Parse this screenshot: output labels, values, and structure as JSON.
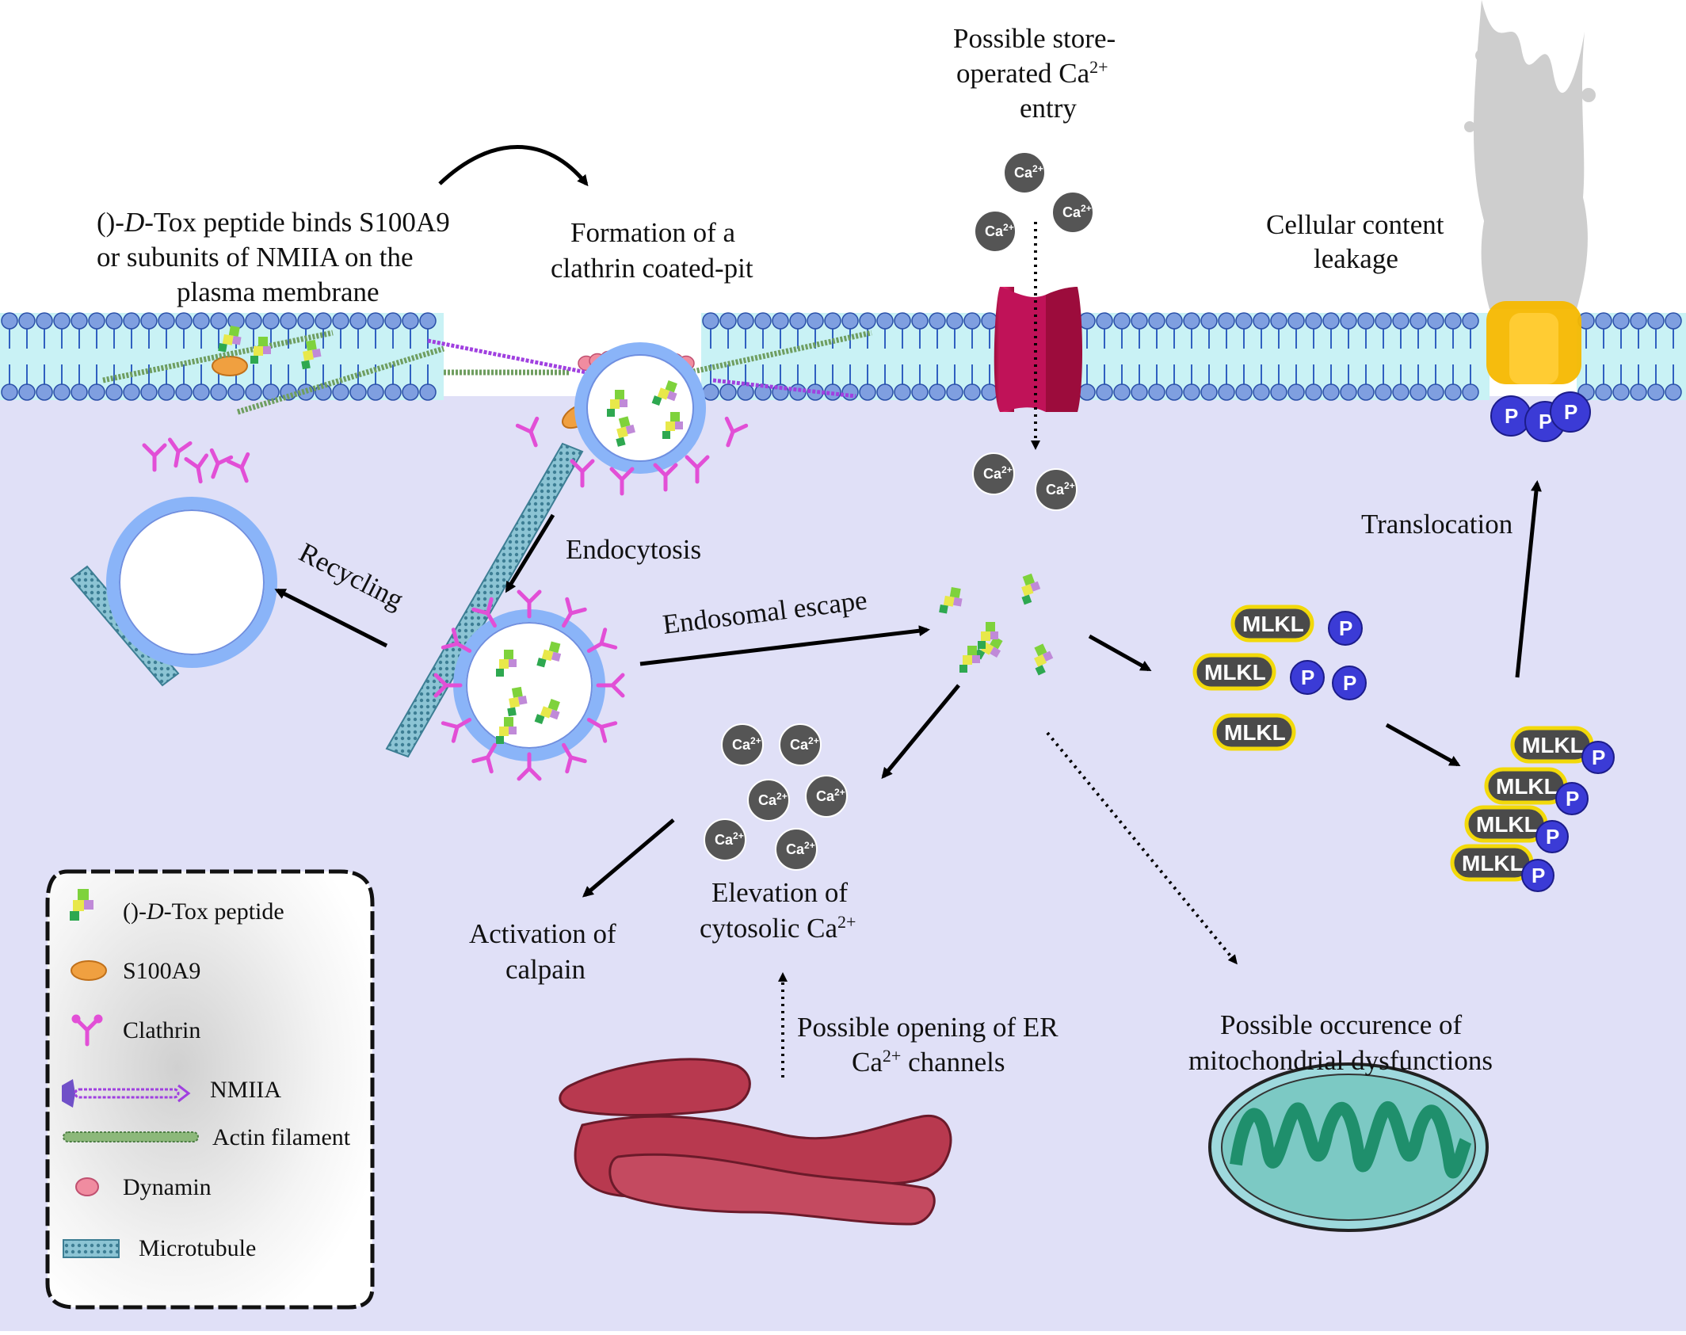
{
  "labels": {
    "binding_l1": "()-",
    "binding_l1_d": "D",
    "binding_l1_rest": "-Tox peptide binds S100A9",
    "binding_l2": "or subunits of NMIIA on the",
    "binding_l3": "plasma membrane",
    "clathrin_pit_l1": "Formation of a",
    "clathrin_pit_l2": "clathrin coated-pit",
    "store_ca_l1": "Possible store-",
    "store_ca_l2": "operated Ca",
    "store_ca_l3": "entry",
    "leakage_l1": "Cellular content",
    "leakage_l2": "leakage",
    "endocytosis": "Endocytosis",
    "recycling": "Recycling",
    "endosomal_escape": "Endosomal escape",
    "translocation": "Translocation",
    "calpain_l1": "Activation of",
    "calpain_l2": "calpain",
    "cytosolic_l1": "Elevation of",
    "cytosolic_l2": "cytosolic Ca",
    "er_l1": "Possible opening of ER",
    "er_l2": " channels",
    "er_l2_ca": "Ca",
    "mito_l1": "Possible occurence of",
    "mito_l2": "mitochondrial dysfunctions",
    "superscript_2plus": "2+"
  },
  "markers": {
    "calcium": "Ca",
    "calcium_sup": "2+",
    "mlkl": "MLKL",
    "phospho": "P"
  },
  "legend": {
    "items": [
      {
        "icon": "peptide-icon",
        "label_pre": "()-",
        "label_d": "D",
        "label": "-Tox peptide"
      },
      {
        "icon": "s100a9-icon",
        "label": "S100A9"
      },
      {
        "icon": "clathrin-icon",
        "label": "Clathrin"
      },
      {
        "icon": "nmiia-icon",
        "label": "NMIIA"
      },
      {
        "icon": "actin-filament-icon",
        "label": "Actin filament"
      },
      {
        "icon": "dynamin-icon",
        "label": "Dynamin"
      },
      {
        "icon": "microtubule-icon",
        "label": "Microtubule"
      }
    ]
  },
  "colors": {
    "cytoplasm": "#e0e0f7",
    "membrane_fill": "#c9f2f5",
    "lipid_head": "#7f9fe0",
    "vesicle_ring": "#8ab4f8",
    "calcium": "#555555",
    "mlkl_border": "#f2d90a",
    "phospho": "#3b3bd6",
    "channel": "#d6145a",
    "pore": "#f5b800",
    "er": "#b8394f",
    "mitochondria": "#2bab86",
    "clathrin": "#e24fd6",
    "s100a9": "#f0a040",
    "dynamin": "#f08ca0"
  }
}
